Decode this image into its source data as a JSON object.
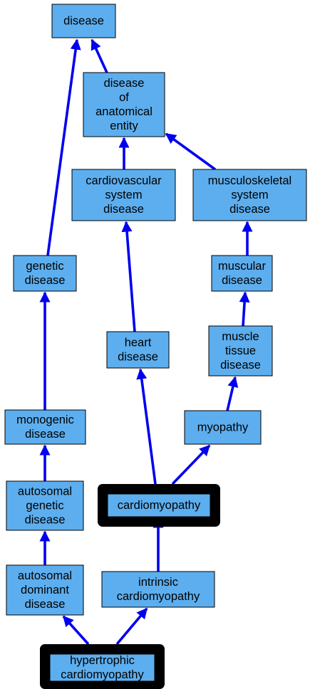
{
  "colors": {
    "node_fill": "#5daeee",
    "node_stroke": "#000000",
    "edge": "#0000ee",
    "highlight_frame": "#000000",
    "text": "#000000"
  },
  "nodes": [
    {
      "id": "disease",
      "lines": [
        "disease"
      ],
      "highlight": false
    },
    {
      "id": "disease-of-anatomical-entity",
      "lines": [
        "disease",
        "of",
        "anatomical",
        "entity"
      ],
      "highlight": false
    },
    {
      "id": "cardiovascular-system-disease",
      "lines": [
        "cardiovascular",
        "system",
        "disease"
      ],
      "highlight": false
    },
    {
      "id": "musculoskeletal-system-disease",
      "lines": [
        "musculoskeletal",
        "system",
        "disease"
      ],
      "highlight": false
    },
    {
      "id": "genetic-disease",
      "lines": [
        "genetic",
        "disease"
      ],
      "highlight": false
    },
    {
      "id": "muscular-disease",
      "lines": [
        "muscular",
        "disease"
      ],
      "highlight": false
    },
    {
      "id": "heart-disease",
      "lines": [
        "heart",
        "disease"
      ],
      "highlight": false
    },
    {
      "id": "muscle-tissue-disease",
      "lines": [
        "muscle",
        "tissue",
        "disease"
      ],
      "highlight": false
    },
    {
      "id": "monogenic-disease",
      "lines": [
        "monogenic",
        "disease"
      ],
      "highlight": false
    },
    {
      "id": "myopathy",
      "lines": [
        "myopathy"
      ],
      "highlight": false
    },
    {
      "id": "autosomal-genetic-disease",
      "lines": [
        "autosomal",
        "genetic",
        "disease"
      ],
      "highlight": false
    },
    {
      "id": "cardiomyopathy",
      "lines": [
        "cardiomyopathy"
      ],
      "highlight": true
    },
    {
      "id": "autosomal-dominant-disease",
      "lines": [
        "autosomal",
        "dominant",
        "disease"
      ],
      "highlight": false
    },
    {
      "id": "intrinsic-cardiomyopathy",
      "lines": [
        "intrinsic",
        "cardiomyopathy"
      ],
      "highlight": false
    },
    {
      "id": "hypertrophic-cardiomyopathy",
      "lines": [
        "hypertrophic",
        "cardiomyopathy"
      ],
      "highlight": true
    }
  ],
  "edges": [
    {
      "from": "disease-of-anatomical-entity",
      "to": "disease"
    },
    {
      "from": "genetic-disease",
      "to": "disease"
    },
    {
      "from": "cardiovascular-system-disease",
      "to": "disease-of-anatomical-entity"
    },
    {
      "from": "musculoskeletal-system-disease",
      "to": "disease-of-anatomical-entity"
    },
    {
      "from": "muscular-disease",
      "to": "musculoskeletal-system-disease"
    },
    {
      "from": "heart-disease",
      "to": "cardiovascular-system-disease"
    },
    {
      "from": "muscle-tissue-disease",
      "to": "muscular-disease"
    },
    {
      "from": "monogenic-disease",
      "to": "genetic-disease"
    },
    {
      "from": "myopathy",
      "to": "muscle-tissue-disease"
    },
    {
      "from": "autosomal-genetic-disease",
      "to": "monogenic-disease"
    },
    {
      "from": "cardiomyopathy",
      "to": "heart-disease"
    },
    {
      "from": "cardiomyopathy",
      "to": "myopathy"
    },
    {
      "from": "autosomal-dominant-disease",
      "to": "autosomal-genetic-disease"
    },
    {
      "from": "intrinsic-cardiomyopathy",
      "to": "cardiomyopathy"
    },
    {
      "from": "hypertrophic-cardiomyopathy",
      "to": "autosomal-dominant-disease"
    },
    {
      "from": "hypertrophic-cardiomyopathy",
      "to": "intrinsic-cardiomyopathy"
    }
  ]
}
